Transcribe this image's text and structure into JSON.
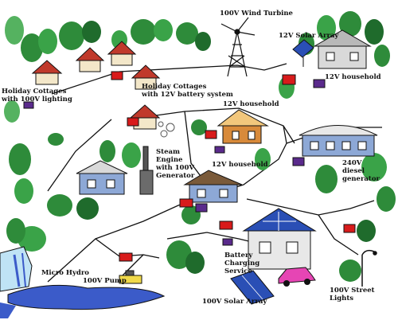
{
  "labels": {
    "holiday_cottages_100v": "Holiday Cottages\nwith 100V lighting",
    "holiday_cottages_12v": "Holiday Cottages\nwith 12V battery system",
    "wind_turbine": "100V Wind Turbine",
    "solar_array_12v": "12V Solar Array",
    "household_12v_right": "12V household",
    "household_12v_center": "12V household",
    "household_12v_lower": "12V household",
    "steam_engine": "Steam\nEngine\nwith 100V\nGenerator",
    "diesel_generator": "240V\ndiesel generator",
    "battery_charging": "Battery\nCharging\nService",
    "micro_hydro": "Micro Hydro",
    "pump_100v": "100V Pump",
    "solar_array_100v": "100V Solar Array",
    "street_lights": "100V Street Lights"
  },
  "colors": {
    "line": "#111111",
    "tree_green": "#2e8b3a",
    "tree_dark": "#1f6b2c",
    "hut_roof": "#c0392b",
    "hut_wall": "#f3e7c9",
    "battery_red": "#d81b1b",
    "battery_purple": "#5a2a8c",
    "house_blue": "#8da8d6",
    "house_roof": "#e8e8e8",
    "orange_house": "#d88a3a",
    "water": "#3b5bc9",
    "car": "#e645b4",
    "solar_blue": "#2a4fb5"
  }
}
